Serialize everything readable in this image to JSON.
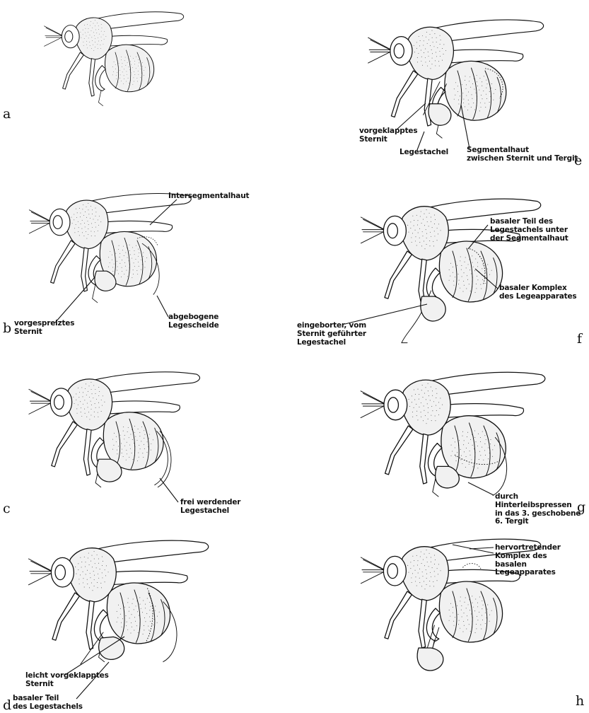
{
  "panels": [
    {
      "letter": "a",
      "labels": []
    },
    {
      "letter": "b",
      "labels": [
        "Intersegmentalhaut",
        "vorgespreiztes\nSternit",
        "abgebogene\nLegescheide"
      ]
    },
    {
      "letter": "c",
      "labels": [
        "frei werdender\nLegestachel"
      ]
    },
    {
      "letter": "d",
      "labels": [
        "leicht vorgeklapptes\nSternit",
        "basaler Teil\ndes Legestachels"
      ]
    },
    {
      "letter": "e",
      "labels": [
        "vorgeklapptes\nSternit",
        "Legestachel",
        "Segmentalhaut\nzwischen Sternit und Tergit"
      ]
    },
    {
      "letter": "f",
      "labels": [
        "basaler Teil des\nLegestachels unter\nder Segmentalhaut",
        "basaler Komplex\ndes Legeapparates",
        "eingeborter, vom\nSternit geführter\nLegestachel"
      ]
    },
    {
      "letter": "g",
      "labels": [
        "durch Hinterleibspressen\nin das 3. geschobene 6. Tergit"
      ]
    },
    {
      "letter": "h",
      "labels": [
        "hervortretender\nKomplex des\nbasalen\nLegeapparates"
      ]
    }
  ]
}
